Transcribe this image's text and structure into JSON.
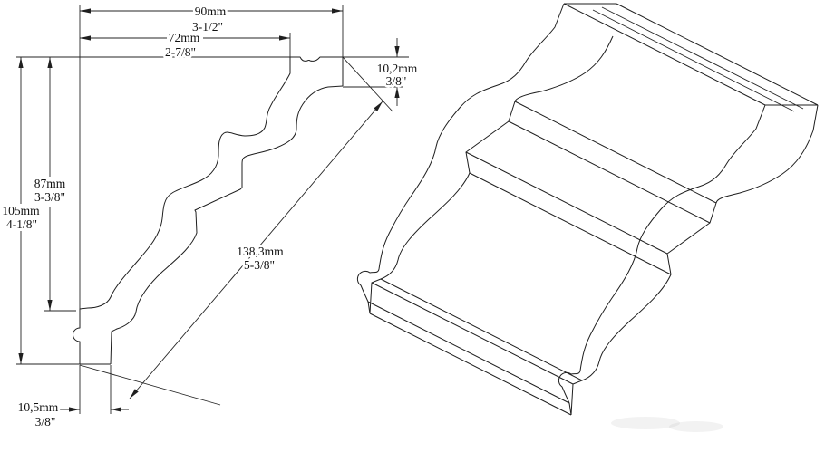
{
  "page": {
    "background": "#ffffff",
    "line_color": "#1f1f1f",
    "description": "Technical drawing of a crown moulding profile: 2D cross-section with dimensions and 3D perspective view"
  },
  "dimensions": {
    "total_width": {
      "metric": "90mm",
      "imperial": "3-1/2\""
    },
    "top_width": {
      "metric": "72mm",
      "imperial": "2-7/8\""
    },
    "top_thickness": {
      "metric": "10,2mm",
      "imperial": "3/8\""
    },
    "face_height": {
      "metric": "87mm",
      "imperial": "3-3/8\""
    },
    "total_height": {
      "metric": "105mm",
      "imperial": "4-1/8\""
    },
    "diagonal_face": {
      "metric": "138,3mm",
      "imperial": "5-3/8\""
    },
    "bottom_thickness": {
      "metric": "10,5mm",
      "imperial": "3/8\""
    }
  }
}
